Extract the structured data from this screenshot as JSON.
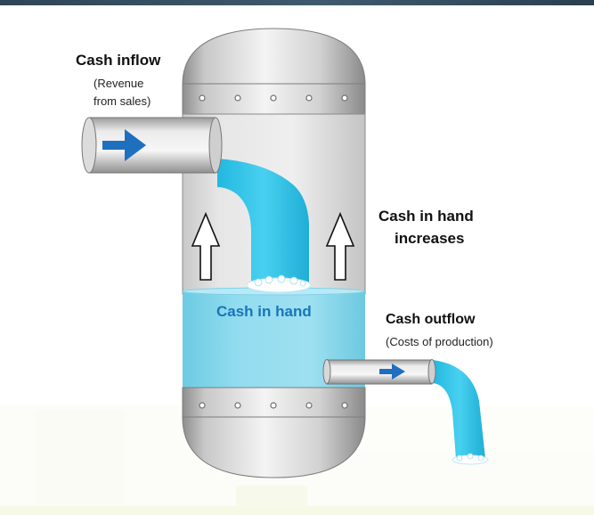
{
  "inflow": {
    "title": "Cash inflow",
    "subtitle_line1": "(Revenue",
    "subtitle_line2": "from sales)"
  },
  "tank": {
    "liquid_label": "Cash in hand"
  },
  "increase": {
    "line1": "Cash in hand",
    "line2": "increases"
  },
  "outflow": {
    "title": "Cash outflow",
    "subtitle": "(Costs of production)"
  },
  "colors": {
    "liquid": "#8ad9ee",
    "liquid_edge": "#5fc3df",
    "stream": "#2fc7ea",
    "arrow": "#1e6fc0",
    "metal_light": "#efefef",
    "metal_dark": "#9a9a9a"
  }
}
